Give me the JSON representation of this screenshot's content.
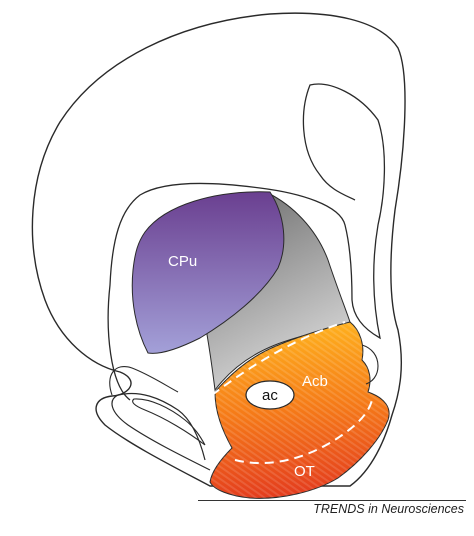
{
  "labels": {
    "cpu": "CPu",
    "acb": "Acb",
    "ac": "ac",
    "ot": "OT"
  },
  "credit": "TRENDS in Neurosciences",
  "colors": {
    "cpu_top": "#6a3f90",
    "cpu_bottom": "#9d9ad3",
    "gray_dark": "#7a7a7a",
    "gray_light": "#d2d2d2",
    "orange_top": "#ffb21c",
    "orange_bottom": "#e8381c",
    "outline": "#2a2a2a"
  }
}
